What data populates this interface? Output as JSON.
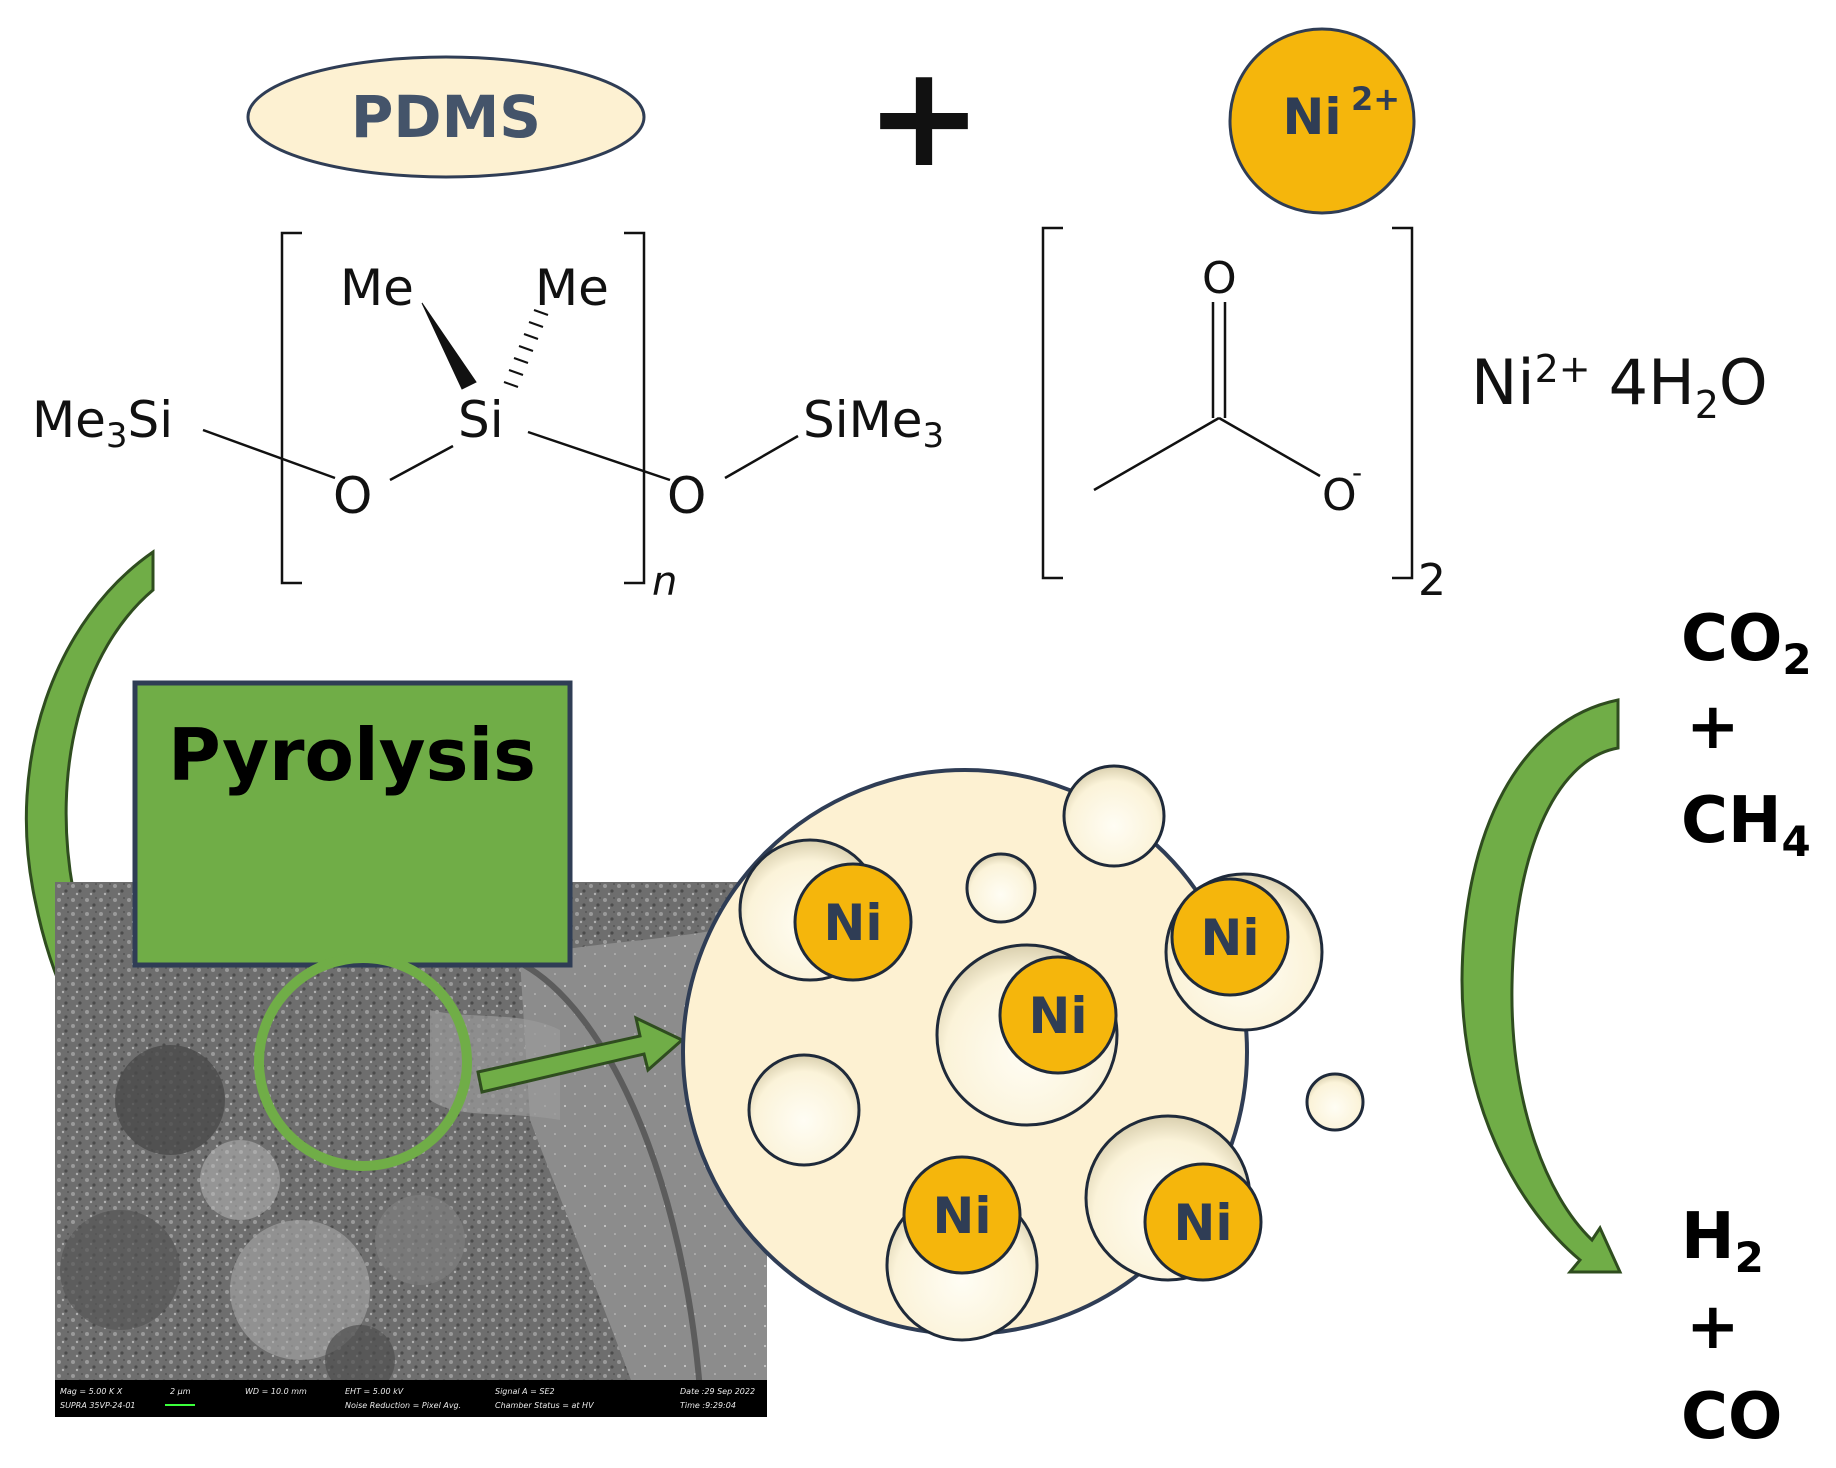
{
  "labels": {
    "pdms": "PDMS",
    "plus_top": "+",
    "ni_ion": "Ni",
    "ni_ion_charge": "2+",
    "pyrolysis": "Pyrolysis"
  },
  "pdms_structure": {
    "me_left": "Me",
    "me_right": "Me",
    "me3si_main": "Me",
    "me3si_sub": "3",
    "me3si_tail": "Si",
    "si_center": "Si",
    "o_left": "O",
    "o_right": "O",
    "sime3_main": "SiMe",
    "sime3_sub": "3",
    "repeat_n": "n"
  },
  "acetate_structure": {
    "o_top": "O",
    "o_minus": "O",
    "minus": "-",
    "subscript_2": "2",
    "counterion_ni": "Ni",
    "counterion_charge": "2+",
    "hydrate_pre": "4H",
    "hydrate_sub": "2",
    "hydrate_post": "O"
  },
  "reactants": {
    "co": "CO",
    "co_sub": "2",
    "plus": "+",
    "ch": "CH",
    "ch_sub": "4"
  },
  "products": {
    "h": "H",
    "h_sub": "2",
    "plus": "+",
    "co": "CO"
  },
  "nanoparticles": [
    "Ni",
    "Ni",
    "Ni",
    "Ni",
    "Ni"
  ],
  "sem_info": {
    "mag": "Mag =   5.00 K X",
    "scale": "2 µm",
    "wd": "WD = 10.0 mm",
    "eht": "EHT =  5.00 kV",
    "signal": "Signal A = SE2",
    "date": "Date :29 Sep 2022",
    "instrument": "SUPRA 35VP-24-01",
    "noise": "Noise Reduction = Pixel Avg.",
    "chamber": "Chamber Status = at HV",
    "time": "Time :9:29:04"
  },
  "colors": {
    "green": "#70ad47",
    "green_dark": "#3f6b2a",
    "cream": "#fdf1d2",
    "gold": "#f5b60c",
    "navy": "#2f3d55",
    "text_dark": "#44546a"
  }
}
